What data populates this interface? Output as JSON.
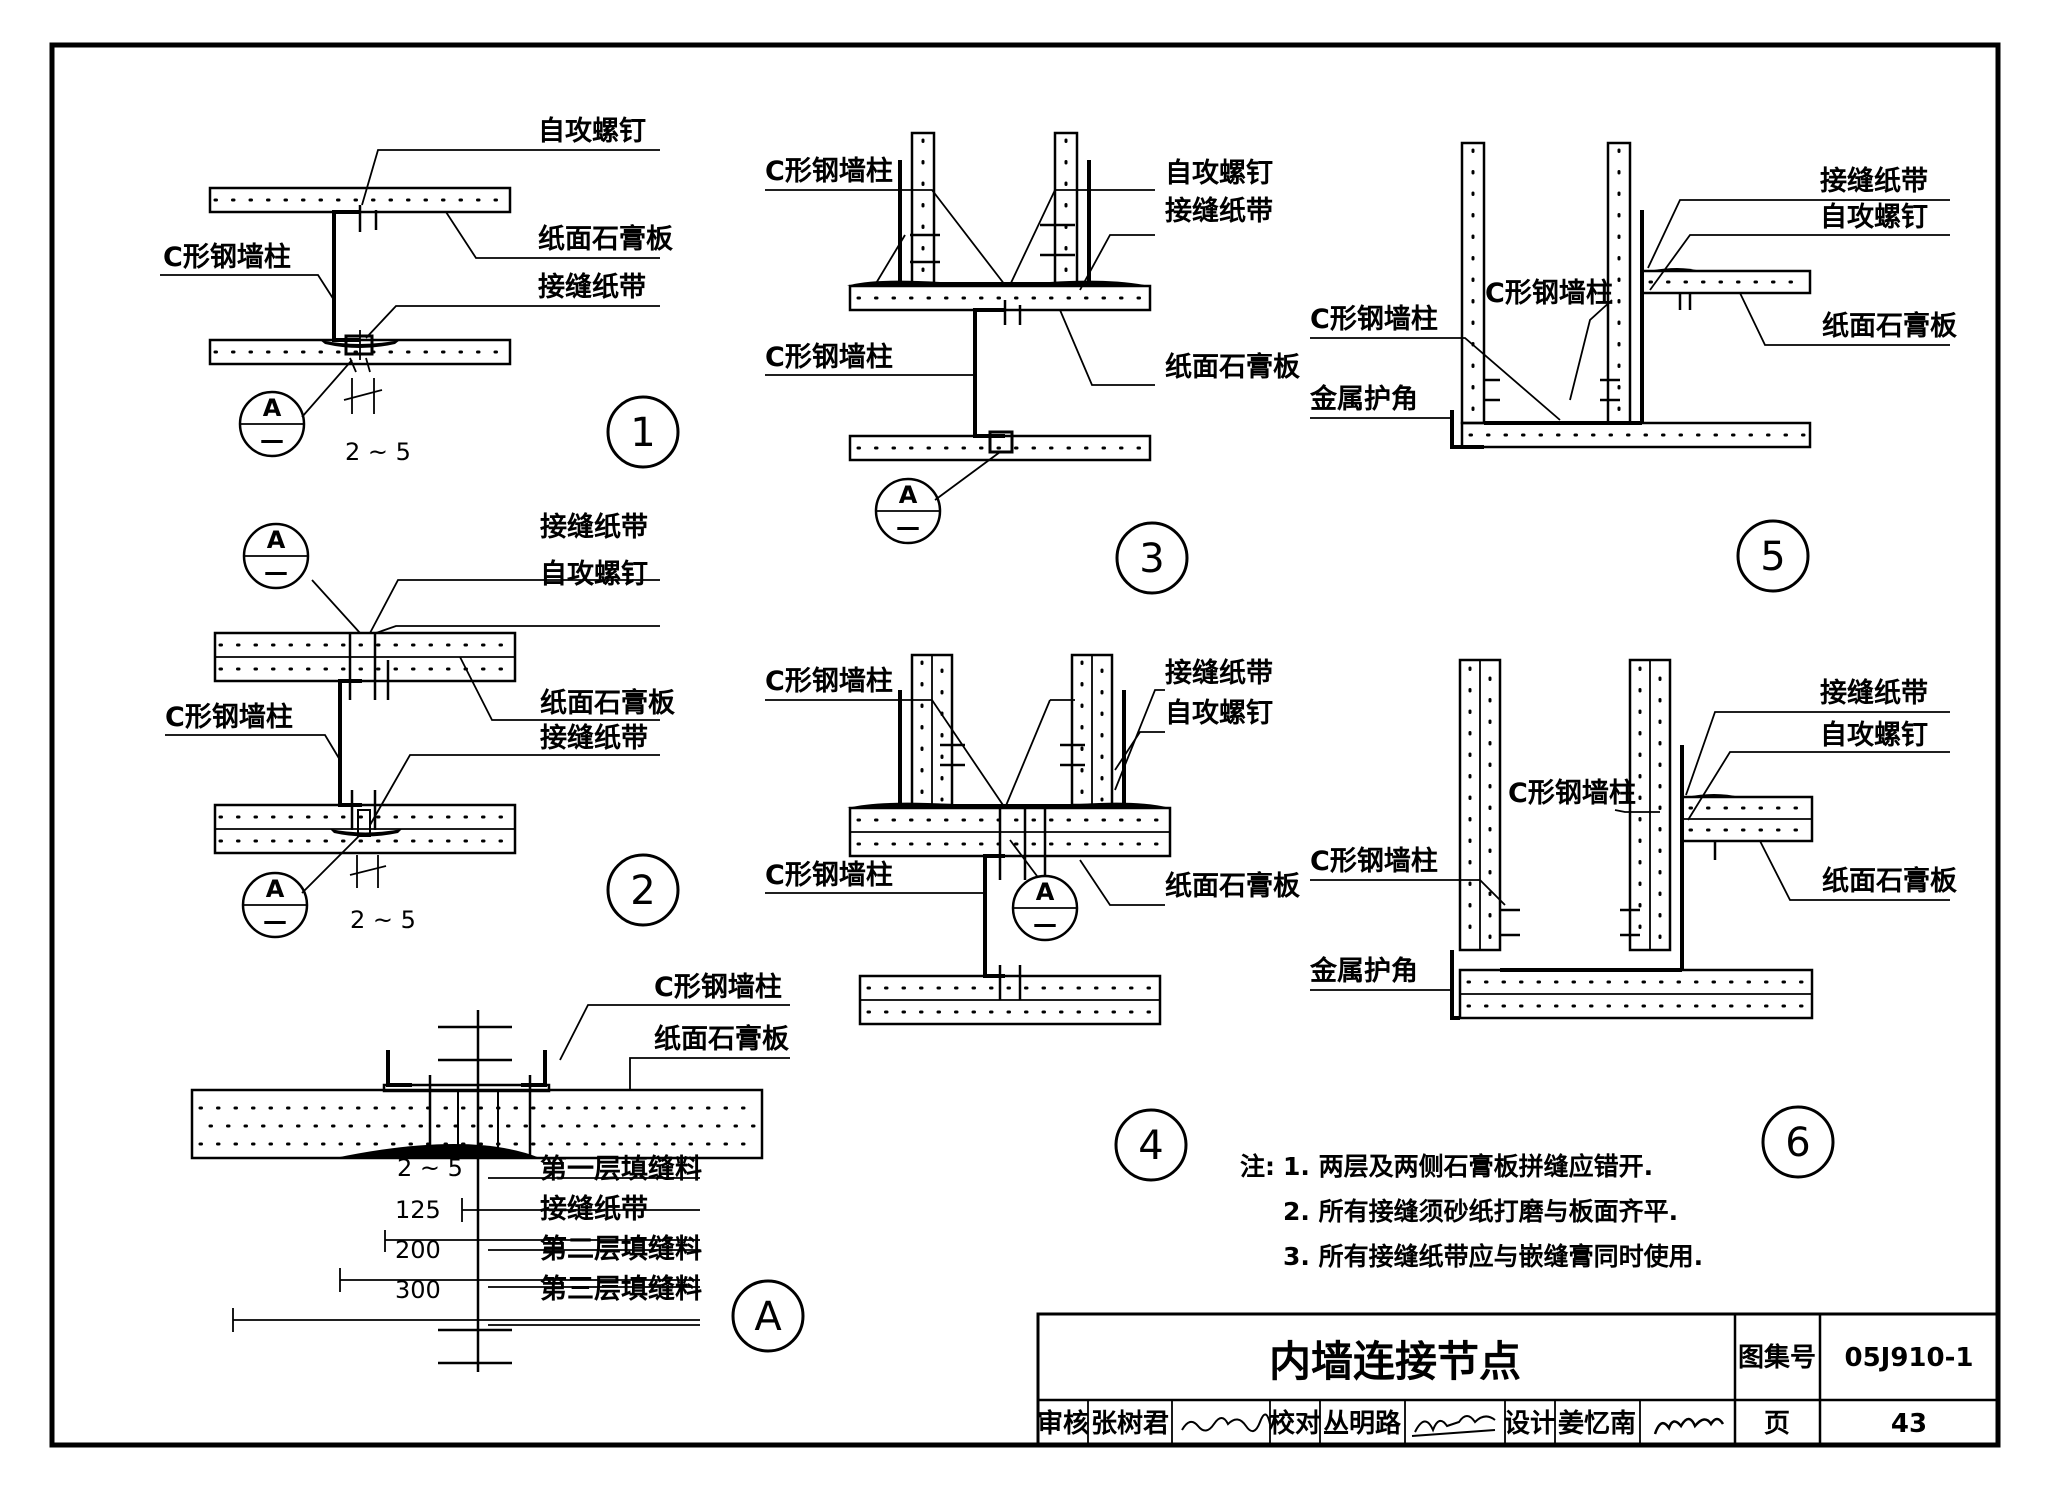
{
  "labels": {
    "c_stud": "C形钢墙柱",
    "screw": "自攻螺钉",
    "gypsum": "纸面石膏板",
    "tape": "接缝纸带",
    "corner": "金属护角"
  },
  "bubble": {
    "letter": "A",
    "sub": "—"
  },
  "details": {
    "d1": "1",
    "d2": "2",
    "d3": "3",
    "d4": "4",
    "d5": "5",
    "d6": "6",
    "dA": "A"
  },
  "dims": {
    "gap": "2 ~ 5",
    "gap_a": "2 ~ 5",
    "w125": "125",
    "w200": "200",
    "w300": "300"
  },
  "layers": {
    "fill1": "第一层填缝料",
    "tape": "接缝纸带",
    "fill2": "第二层填缝料",
    "fill3": "第三层填缝料"
  },
  "notes": {
    "prefix": "注:",
    "n1": "1. 两层及两侧石膏板拼缝应错开.",
    "n2": "2. 所有接缝须砂纸打磨与板面齐平.",
    "n3": "3. 所有接缝纸带应与嵌缝膏同时使用."
  },
  "title_block": {
    "title": "内墙连接节点",
    "atlas_label": "图集号",
    "atlas_no": "05J910-1",
    "review_label": "审核",
    "reviewer": "张树君",
    "check_label": "校对",
    "checker": "丛明路",
    "design_label": "设计",
    "designer": "姜忆南",
    "page_label": "页",
    "page_no": "43"
  }
}
